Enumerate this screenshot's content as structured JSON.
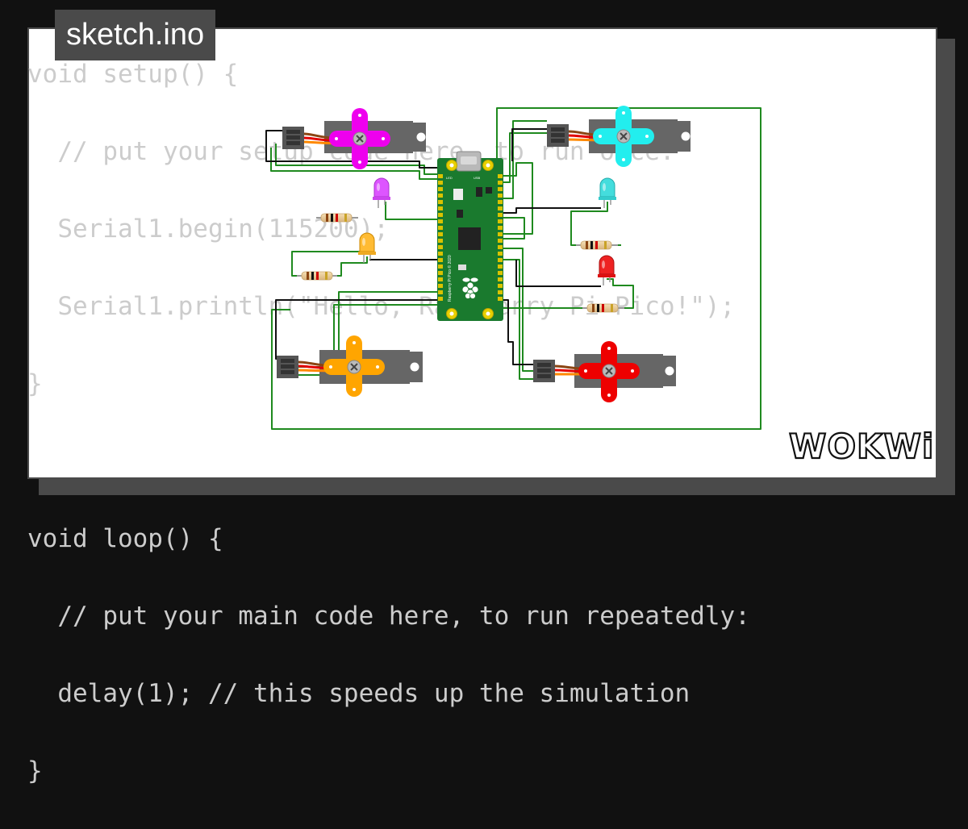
{
  "file_tab": {
    "label": "sketch.ino"
  },
  "code": {
    "lines": [
      "void setup() {",
      "  // put your setup code here, to run once:",
      "  Serial1.begin(115200);",
      "  Serial1.println(\"Hello, Raspberry Pi Pico!\");",
      "}",
      "",
      "void loop() {",
      "  // put your main code here, to run repeatedly:",
      "  delay(1); // this speeds up the simulation",
      "}"
    ]
  },
  "board": {
    "usb_label": "USB",
    "led_label": "LED",
    "name": "Raspberry Pi Pico © 2020"
  },
  "brand": {
    "logo_text": "WOKWi"
  },
  "colors": {
    "background": "#111111",
    "frame": "#4a4a4a",
    "code_text": "#cccccc",
    "wire_green": "#1f8a1f",
    "wire_black": "#111111",
    "pcb_green": "#1a7a2e",
    "servo_body": "#666666",
    "horn_magenta": "#ee00ee",
    "horn_cyan": "#22eeee",
    "horn_orange": "#ffa500",
    "horn_red": "#ee0000",
    "led_purple": "#dd55ff",
    "led_cyan": "#44dddd",
    "led_yellow": "#ffbb33",
    "led_red": "#ee2222"
  },
  "icons": [
    "raspberry-logo-icon",
    "wokwi-logo-icon"
  ]
}
